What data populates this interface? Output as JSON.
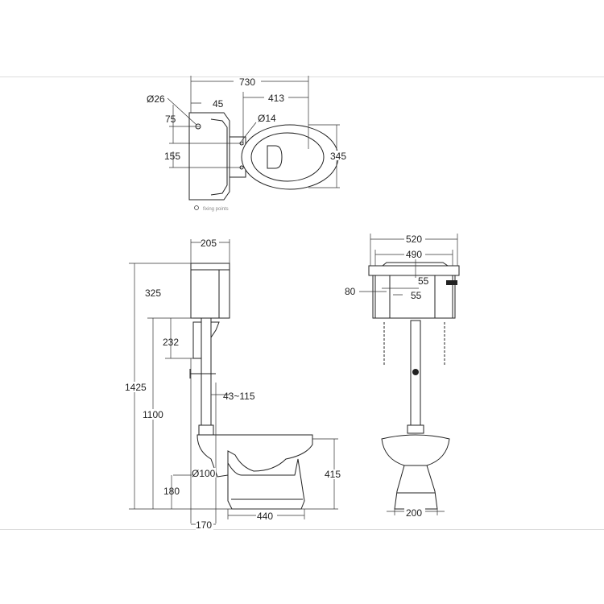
{
  "top_view": {
    "overall_length": "730",
    "outlet_to_front": "413",
    "inlet_offset": "45",
    "inlet_diameter": "Ø26",
    "inlet_height": "75",
    "fixing_diameter": "Ø14",
    "fixing_spacing": "155",
    "bowl_width": "345",
    "legend_text": "fixing points"
  },
  "side_view": {
    "cistern_depth": "205",
    "cistern_height": "325",
    "bracket_height": "232",
    "total_height": "1425",
    "cistern_base_height": "1100",
    "flush_pipe_range": "43~115",
    "outlet_diameter": "Ø100",
    "outlet_height": "180",
    "pan_height": "415",
    "pan_length": "440",
    "outlet_setback": "170"
  },
  "front_view": {
    "lid_width": "520",
    "cistern_width": "490",
    "inlet_offset_top": "55",
    "side_offset": "80",
    "inlet_offset_side": "55",
    "pedestal_width": "200"
  }
}
